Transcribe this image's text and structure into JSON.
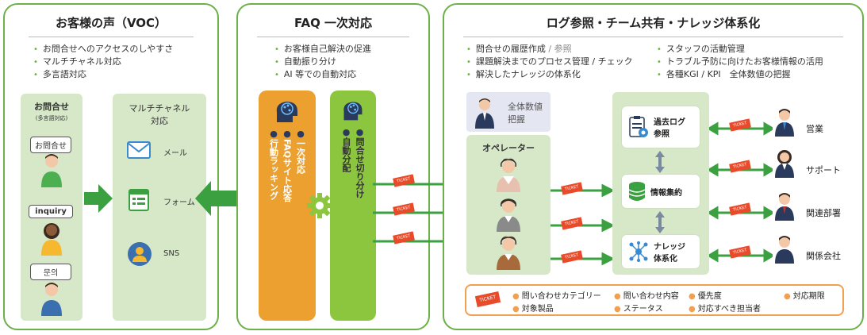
{
  "voc": {
    "title": "お客様の声（VOC）",
    "bullets": [
      "お問合せへのアクセスのしやすさ",
      "マルチチャネル対応",
      "多言語対応"
    ],
    "inquiry_box": {
      "title": "お問合せ",
      "subtitle": "(多言語対応)"
    },
    "bubbles": [
      "お問合せ",
      "inquiry",
      "문의"
    ],
    "multichannel": {
      "title_line1": "マルチチャネル",
      "title_line2": "対応",
      "channels": [
        {
          "label": "メール",
          "icon": "mail-icon"
        },
        {
          "label": "フォーム",
          "icon": "form-icon"
        },
        {
          "label": "SNS",
          "icon": "person-icon"
        }
      ]
    }
  },
  "faq": {
    "title": "FAQ 一次対応",
    "bullets": [
      "お客様自己解決の促進",
      "自動振り分け",
      "AI 等での自動対応"
    ],
    "orange_bar": {
      "col1": "一次対応",
      "col2": "FAQサイト応答",
      "col3": "行動ラッキング"
    },
    "green_bar": {
      "col1": "問合せ切り分け",
      "col2": "自動分配"
    }
  },
  "log": {
    "title": "ログ参照・チーム共有・ナレッジ体系化",
    "bullets_left": [
      {
        "text": "問合せの履歴作成",
        "suffix": " / 参照"
      },
      {
        "text": "課題解決までのプロセス管理 / チェック",
        "suffix": ""
      },
      {
        "text": "解決したナレッジの体系化",
        "suffix": ""
      }
    ],
    "bullets_right": [
      "スタッフの活動管理",
      "トラブル予防に向けたお客様情報の活用",
      "各種KGI / KPI　全体数値の把握"
    ],
    "overview": {
      "line1": "全体数値",
      "line2": "把握"
    },
    "operator_title": "オペレーター",
    "cards": [
      {
        "label_line1": "過去ログ",
        "label_line2": "参照",
        "icon": "log-icon"
      },
      {
        "label_line1": "情報集約",
        "label_line2": "",
        "icon": "database-icon"
      },
      {
        "label_line1": "ナレッジ",
        "label_line2": "体系化",
        "icon": "network-icon"
      }
    ],
    "departments": [
      "営業",
      "サポート",
      "関連部署",
      "関係会社"
    ],
    "ticket_text": "TICKET",
    "legend": {
      "row1": [
        "問い合わせカテゴリー",
        "問い合わせ内容",
        "優先度",
        "対応期限"
      ],
      "row2": [
        "対象製品",
        "ステータス",
        "対応すべき担当者"
      ]
    }
  },
  "colors": {
    "green": "#6cb04a",
    "light_green": "#d7e8c9",
    "orange": "#eca030",
    "navy": "#2a3a5c",
    "ticket": "#e84a2a"
  }
}
